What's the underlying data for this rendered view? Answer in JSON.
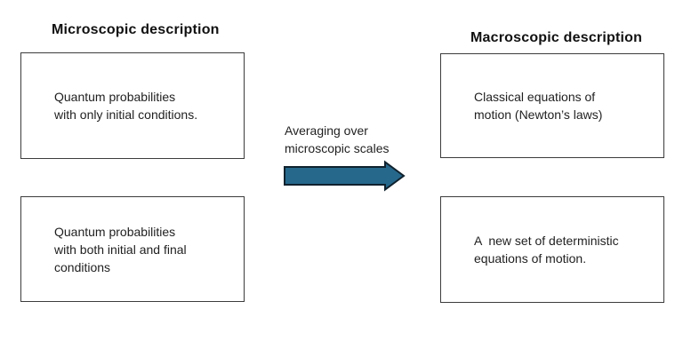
{
  "diagram": {
    "left_heading": "Microscopic description",
    "right_heading": "Macroscopic description",
    "boxes": {
      "top_left": "Quantum probabilities\nwith only initial conditions.",
      "bottom_left": "Quantum probabilities\nwith both initial and final\nconditions",
      "top_right": "Classical equations of\nmotion (Newton’s laws)",
      "bottom_right": "A  new set of deterministic\nequations of motion."
    },
    "arrow": {
      "label": "Averaging over\nmicroscopic scales",
      "fill": "#26688C",
      "stroke": "#10222e"
    },
    "colors": {
      "box_border": "#3c3c3c",
      "text": "#1f1f1f",
      "background": "#ffffff"
    }
  }
}
